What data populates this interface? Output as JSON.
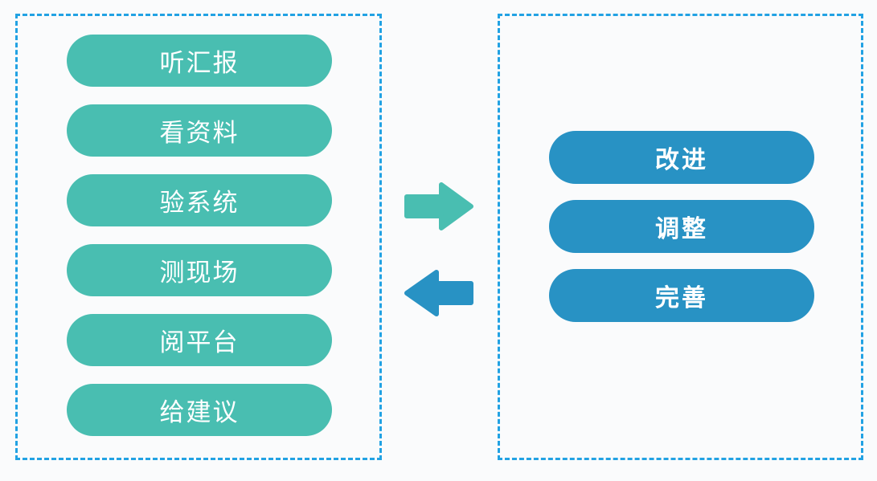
{
  "diagram": {
    "colors": {
      "teal": "#49beb1",
      "blue": "#2892c4",
      "dash_border": "#22a2e3",
      "background": "#fafbfc",
      "text": "#ffffff"
    },
    "left_panel": {
      "items": [
        "听汇报",
        "看资料",
        "验系统",
        "测现场",
        "阅平台",
        "给建议"
      ]
    },
    "right_panel": {
      "items": [
        "改进",
        "调整",
        "完善"
      ]
    },
    "arrows": {
      "forward": {
        "direction": "right",
        "color": "#49beb1"
      },
      "backward": {
        "direction": "left",
        "color": "#2892c4"
      }
    }
  }
}
